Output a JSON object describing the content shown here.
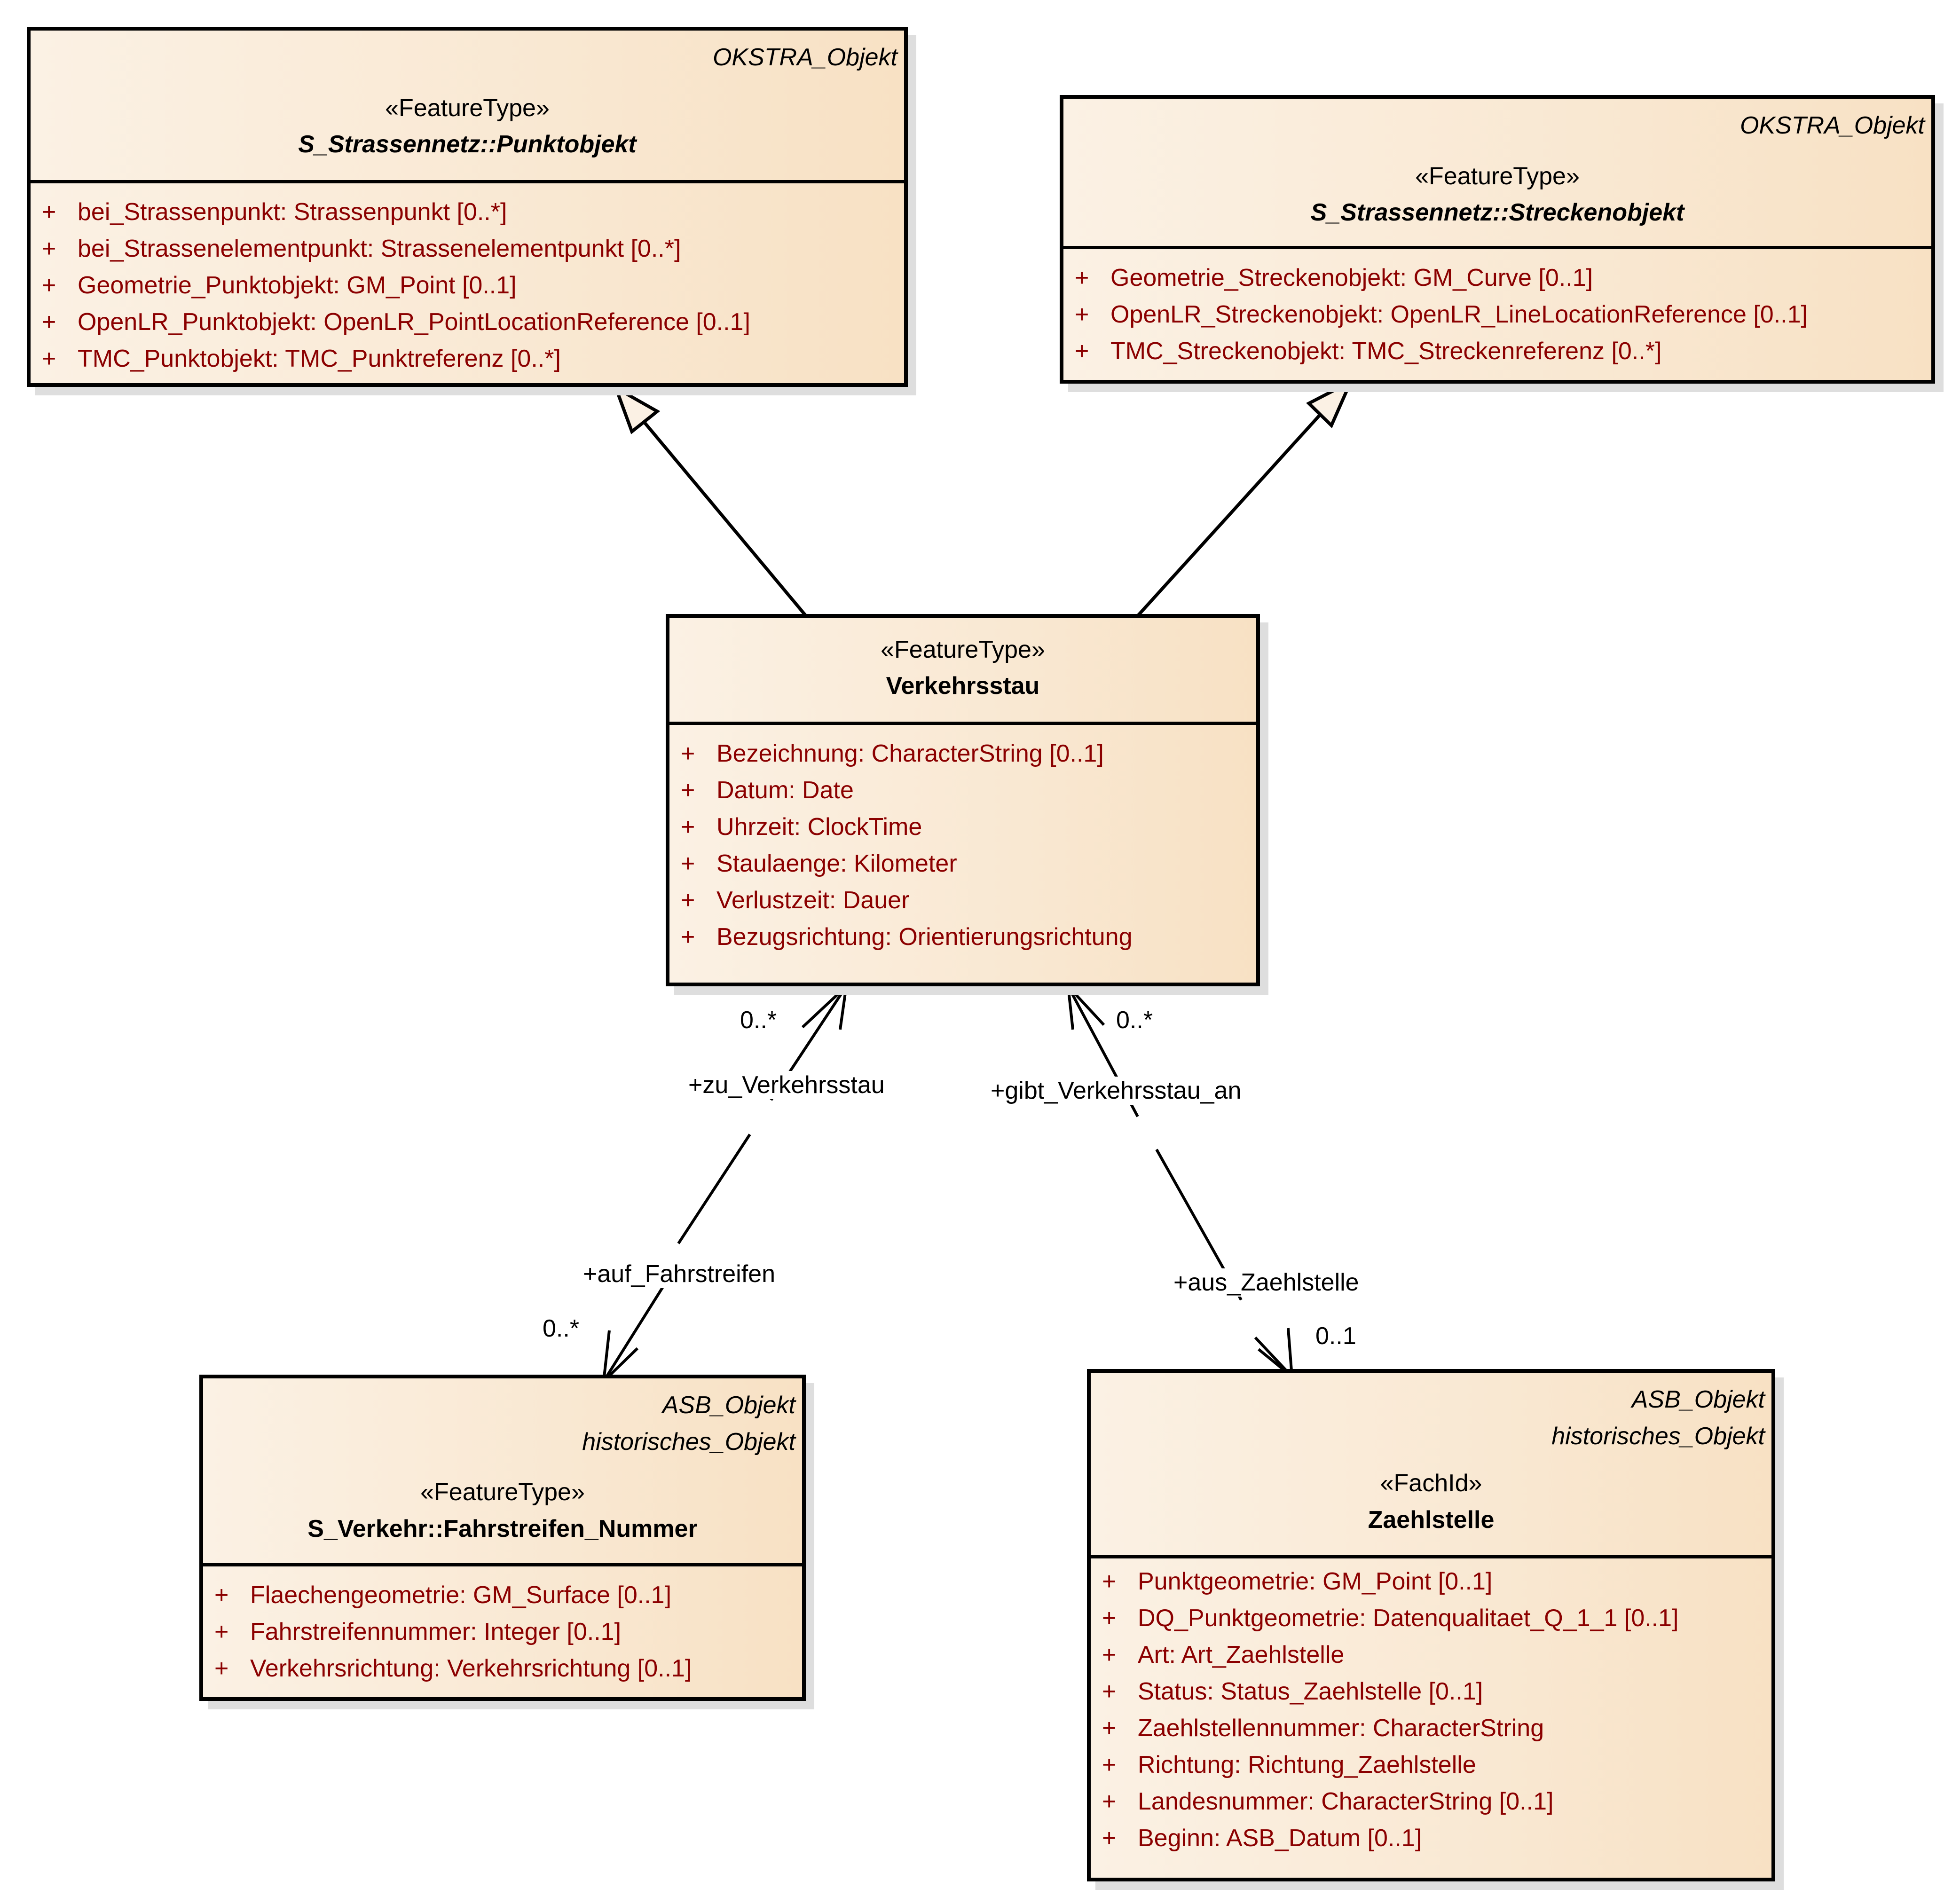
{
  "diagram": {
    "type": "UML class diagram",
    "classes": [
      {
        "id": "punktobjekt",
        "tags": [
          "OKSTRA_Objekt"
        ],
        "stereotype": "«FeatureType»",
        "name": "S_Strassennetz::Punktobjekt",
        "abstract": true,
        "attributes": [
          {
            "visibility": "+",
            "text": "bei_Strassenpunkt: Strassenpunkt [0..*]"
          },
          {
            "visibility": "+",
            "text": "bei_Strassenelementpunkt: Strassenelementpunkt [0..*]"
          },
          {
            "visibility": "+",
            "text": "Geometrie_Punktobjekt: GM_Point [0..1]"
          },
          {
            "visibility": "+",
            "text": "OpenLR_Punktobjekt: OpenLR_PointLocationReference [0..1]"
          },
          {
            "visibility": "+",
            "text": "TMC_Punktobjekt: TMC_Punktreferenz [0..*]"
          }
        ]
      },
      {
        "id": "streckenobjekt",
        "tags": [
          "OKSTRA_Objekt"
        ],
        "stereotype": "«FeatureType»",
        "name": "S_Strassennetz::Streckenobjekt",
        "abstract": true,
        "attributes": [
          {
            "visibility": "+",
            "text": "Geometrie_Streckenobjekt: GM_Curve [0..1]"
          },
          {
            "visibility": "+",
            "text": "OpenLR_Streckenobjekt: OpenLR_LineLocationReference [0..1]"
          },
          {
            "visibility": "+",
            "text": "TMC_Streckenobjekt: TMC_Streckenreferenz [0..*]"
          }
        ]
      },
      {
        "id": "verkehrsstau",
        "tags": [],
        "stereotype": "«FeatureType»",
        "name": "Verkehrsstau",
        "abstract": false,
        "attributes": [
          {
            "visibility": "+",
            "text": "Bezeichnung: CharacterString [0..1]"
          },
          {
            "visibility": "+",
            "text": "Datum: Date"
          },
          {
            "visibility": "+",
            "text": "Uhrzeit: ClockTime"
          },
          {
            "visibility": "+",
            "text": "Staulaenge: Kilometer"
          },
          {
            "visibility": "+",
            "text": "Verlustzeit: Dauer"
          },
          {
            "visibility": "+",
            "text": "Bezugsrichtung: Orientierungsrichtung"
          }
        ]
      },
      {
        "id": "fahrstreifen",
        "tags": [
          "ASB_Objekt",
          "historisches_Objekt"
        ],
        "stereotype": "«FeatureType»",
        "name": "S_Verkehr::Fahrstreifen_Nummer",
        "abstract": false,
        "attributes": [
          {
            "visibility": "+",
            "text": "Flaechengeometrie: GM_Surface [0..1]"
          },
          {
            "visibility": "+",
            "text": "Fahrstreifennummer: Integer [0..1]"
          },
          {
            "visibility": "+",
            "text": "Verkehrsrichtung: Verkehrsrichtung [0..1]"
          }
        ]
      },
      {
        "id": "zaehlstelle",
        "tags": [
          "ASB_Objekt",
          "historisches_Objekt"
        ],
        "stereotype": "«FachId»",
        "name": "Zaehlstelle",
        "abstract": false,
        "attributes": [
          {
            "visibility": "+",
            "text": "Punktgeometrie: GM_Point [0..1]"
          },
          {
            "visibility": "+",
            "text": "DQ_Punktgeometrie: Datenqualitaet_Q_1_1 [0..1]"
          },
          {
            "visibility": "+",
            "text": "Art: Art_Zaehlstelle"
          },
          {
            "visibility": "+",
            "text": "Status: Status_Zaehlstelle [0..1]"
          },
          {
            "visibility": "+",
            "text": "Zaehlstellennummer: CharacterString"
          },
          {
            "visibility": "+",
            "text": "Richtung: Richtung_Zaehlstelle"
          },
          {
            "visibility": "+",
            "text": "Landesnummer: CharacterString [0..1]"
          },
          {
            "visibility": "+",
            "text": "Beginn: ASB_Datum [0..1]"
          }
        ]
      }
    ],
    "relations": [
      {
        "type": "generalization",
        "from": "verkehrsstau",
        "to": "punktobjekt"
      },
      {
        "type": "generalization",
        "from": "verkehrsstau",
        "to": "streckenobjekt"
      },
      {
        "type": "association",
        "navigable": "both",
        "end_a": {
          "class": "verkehrsstau",
          "role": "+zu_Verkehrsstau",
          "multiplicity": "0..*"
        },
        "end_b": {
          "class": "fahrstreifen",
          "role": "+auf_Fahrstreifen",
          "multiplicity": "0..*"
        }
      },
      {
        "type": "association",
        "navigable": "both",
        "end_a": {
          "class": "verkehrsstau",
          "role": "+gibt_Verkehrsstau_an",
          "multiplicity": "0..*"
        },
        "end_b": {
          "class": "zaehlstelle",
          "role": "+aus_Zaehlstelle",
          "multiplicity": "0..1"
        }
      }
    ]
  },
  "colors": {
    "attribute_text": "#8b0000",
    "border": "#000000",
    "fill_light": "#fbf1e4",
    "fill_dark": "#f8e1c4",
    "shadow": "#dedede"
  }
}
